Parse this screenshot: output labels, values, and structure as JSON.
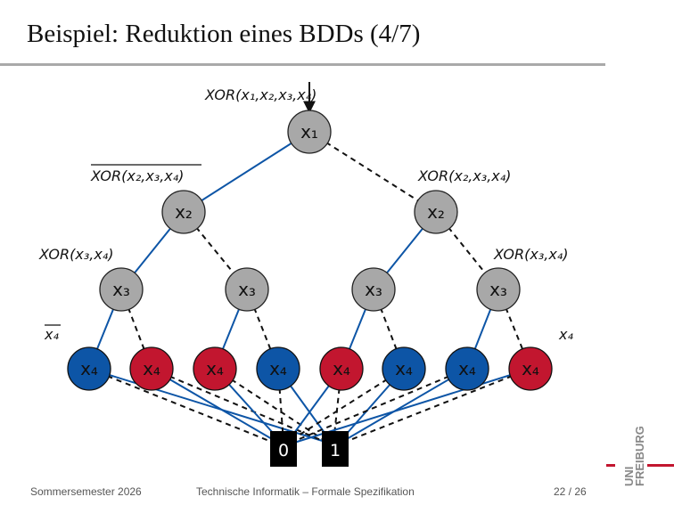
{
  "title": "Beispiel: Reduktion eines BDDs (4/7)",
  "footer": {
    "left": "Sommersemester 2026",
    "center": "Technische Informatik – Formale Spezifikation",
    "right": "22 / 26"
  },
  "logo": {
    "text_top": "UNI",
    "text_bottom": "FREIBURG"
  },
  "colors": {
    "gray_node": "#a8a8a8",
    "blue_node": "#0d55a6",
    "red_node": "#c2162f",
    "edge_high": "#0d55a6",
    "terminal": "#000000"
  },
  "labels": {
    "root": "XOR(x₁,x₂,x₃,x₄)",
    "left_x2": "XOR(x₂,x₃,x₄)",
    "right_x2": "XOR(x₂,x₃,x₄)",
    "left_x3": "XOR(x₃,x₄)",
    "right_x3": "XOR(x₃,x₄)",
    "not_x4": "x₄",
    "x4": "x₄"
  },
  "nodes": {
    "x1": "x₁",
    "x2": "x₂",
    "x3": "x₃",
    "x4": "x₄",
    "zero": "0",
    "one": "1"
  }
}
